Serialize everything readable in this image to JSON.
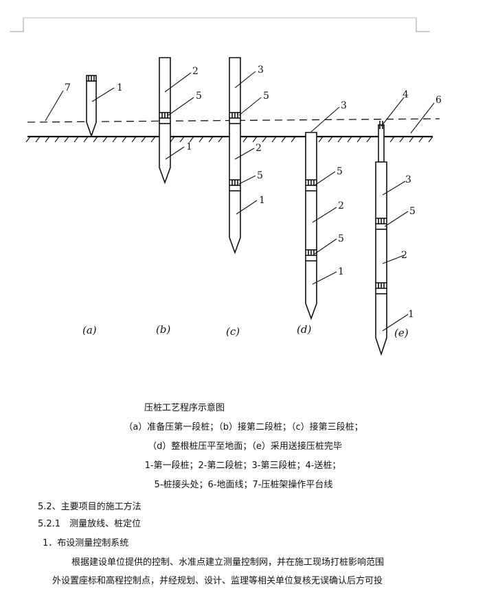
{
  "figure": {
    "leaders": [
      {
        "id": "a1",
        "text": "1"
      },
      {
        "id": "a7",
        "text": "7"
      },
      {
        "id": "b2",
        "text": "2"
      },
      {
        "id": "b5",
        "text": "5"
      },
      {
        "id": "b1",
        "text": "1"
      },
      {
        "id": "c3",
        "text": "3"
      },
      {
        "id": "c5a",
        "text": "5"
      },
      {
        "id": "c2",
        "text": "2"
      },
      {
        "id": "c5b",
        "text": "5"
      },
      {
        "id": "c1",
        "text": "1"
      },
      {
        "id": "d3",
        "text": "3"
      },
      {
        "id": "d5a",
        "text": "5"
      },
      {
        "id": "d2",
        "text": "2"
      },
      {
        "id": "d5b",
        "text": "5"
      },
      {
        "id": "d1",
        "text": "1"
      },
      {
        "id": "e4",
        "text": "4"
      },
      {
        "id": "e6",
        "text": "6"
      },
      {
        "id": "e3",
        "text": "3"
      },
      {
        "id": "e5",
        "text": "5"
      },
      {
        "id": "e2",
        "text": "2"
      },
      {
        "id": "e1",
        "text": "1"
      }
    ],
    "subfigure_labels": [
      "(a)",
      "(b)",
      "(c)",
      "(d)",
      "(e)"
    ]
  },
  "caption": {
    "title": "压桩工艺程序示意图",
    "line1": "（a）准备压第一段桩；（b）接第二段桩；（c）接第三段桩；",
    "line2": "（d）整根桩压平至地面；（e）采用送接压桩完毕",
    "line3": "1-第一段桩；2-第二段桩；3-第三段桩；4-送桩；",
    "line4": "5-桩接头处；6-地面线；7-压桩架操作平台线"
  },
  "section": {
    "heading_1": "5.2、主要项目的施工方法",
    "heading_2": "5.2.1　测量放线、桩定位",
    "item_1": "1．布设测量控制系统",
    "para_line1": "根据建设单位提供的控制、水准点建立测量控制网，并在施工现场打桩影响范围",
    "para_line2": "外设置座标和高程控制点，并经规划、设计、监理等相关单位复核无误确认后方可投"
  }
}
